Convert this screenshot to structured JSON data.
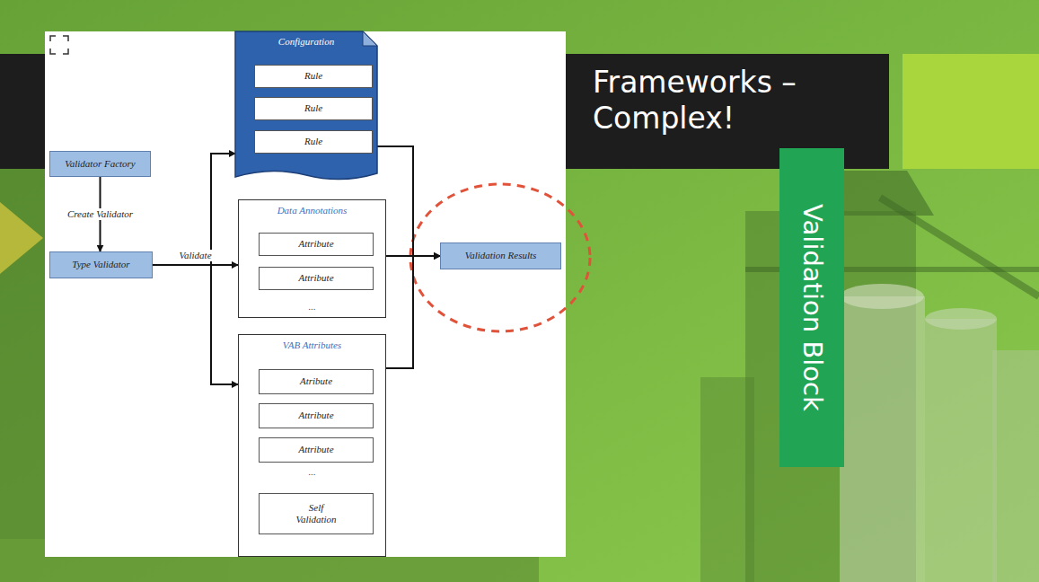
{
  "diagram": {
    "title": "Frameworks – Complex!",
    "nodes": [
      {
        "text": [
          "Validator Factory"
        ]
      },
      {
        "text": [
          "Type Validator"
        ]
      },
      {
        "text": [
          "Configuration"
        ]
      },
      {
        "text": [
          "Rule"
        ],
        "in": 2
      },
      {
        "text": [
          "Rule"
        ],
        "in": 2
      },
      {
        "text": [
          "Rule"
        ],
        "in": 2
      },
      {
        "text": [
          "Data Annotations",
          "..."
        ]
      },
      {
        "text": [
          "Attribute"
        ],
        "in": 6
      },
      {
        "text": [
          "Attribute"
        ],
        "in": 6
      },
      {
        "text": [
          "VAB Attributes",
          "..."
        ]
      },
      {
        "text": [
          "Atribute"
        ],
        "in": 9
      },
      {
        "text": [
          "Attribute"
        ],
        "in": 9
      },
      {
        "text": [
          "Attribute"
        ],
        "in": 9
      },
      {
        "text": [
          "Self Validation"
        ],
        "in": 9
      },
      {
        "text": [
          "Validation Results"
        ]
      },
      {
        "text": [
          "Validation Block"
        ]
      }
    ],
    "edges": [
      {
        "from": 0,
        "to": 1,
        "arrow": "to",
        "label": "Create Validator"
      },
      {
        "from": 1,
        "to": 2,
        "arrow": "to"
      },
      {
        "from": 1,
        "to": 6,
        "arrow": "to",
        "label": "Validate"
      },
      {
        "from": 1,
        "to": 9,
        "arrow": "to"
      },
      {
        "from": 2,
        "to": 14,
        "arrow": "to"
      },
      {
        "from": 6,
        "to": 14,
        "arrow": "to"
      },
      {
        "from": 9,
        "to": 14,
        "arrow": "to"
      }
    ]
  }
}
